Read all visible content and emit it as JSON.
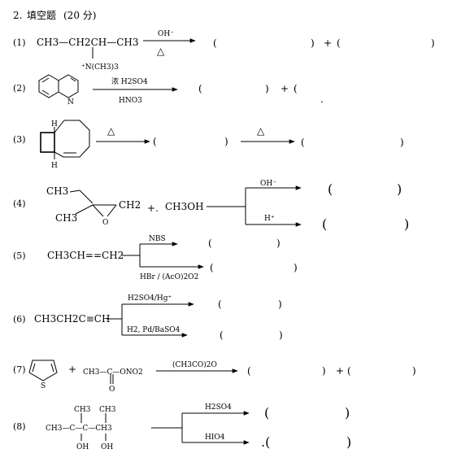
{
  "title": {
    "number": "2.",
    "text": "填空题",
    "points": "(20 分)"
  },
  "arrowhead": "→",
  "problems": [
    {
      "num": "(1)",
      "reactant": "CH3—CH2CH—CH3",
      "substituent": "⁺N(CH3)3",
      "reagent": "OH⁻",
      "condition": "△",
      "blanks": [
        "(",
        ")",
        "+",
        "(",
        ")"
      ]
    },
    {
      "num": "(2)",
      "reactant_icon": "quinoline-structure",
      "reagent_top": "浓 H2SO4",
      "reagent_bottom": "HNO3",
      "blanks": [
        "(",
        ")",
        "+",
        "(",
        "."
      ]
    },
    {
      "num": "(3)",
      "reactant_icon": "bicyclo-octene-structure",
      "h_top": "H",
      "h_bottom": "H",
      "condition1": "△",
      "condition2": "△",
      "blanks": [
        "(",
        ")",
        "(",
        ")"
      ]
    },
    {
      "num": "(4)",
      "reactant_label1": "CH3",
      "reactant_label2": "CH3",
      "reactant_label3": "CH2",
      "reactant_label4": "O",
      "plus": "+.",
      "reagent2": "CH3OH",
      "branch_top": "OH⁻",
      "branch_bottom": "H⁺",
      "blanks": [
        "(",
        ")",
        "(",
        ")"
      ]
    },
    {
      "num": "(5)",
      "reactant": "CH3CH==CH2",
      "branch_top": "NBS",
      "branch_bottom": "HBr / (AcO)2O2",
      "blanks": [
        "(",
        ")",
        "(",
        ")"
      ]
    },
    {
      "num": "(6)",
      "reactant": "CH3CH2C≡CH",
      "branch_top": "H2SO4/Hg⁺",
      "branch_bottom": "H2, Pd/BaSO4",
      "blanks": [
        "(",
        ")",
        "(",
        ")"
      ]
    },
    {
      "num": "(7)",
      "reactant_icon": "thiophene-structure",
      "s_label": "S",
      "plus": "+",
      "reagent": "CH3—C—ONO2",
      "reagent_o": "O",
      "condition": "(CH3CO)2O",
      "blanks": [
        "(",
        ")",
        "+",
        "(",
        ")"
      ]
    },
    {
      "num": "(8)",
      "reactant": "CH3—C—C—CH3",
      "substituents": [
        "CH3",
        "CH3",
        "OH",
        "OH"
      ],
      "branch_top": "H2SO4",
      "branch_bottom": "HIO4",
      "blanks": [
        "(",
        ")",
        ".(",
        ")"
      ]
    }
  ]
}
